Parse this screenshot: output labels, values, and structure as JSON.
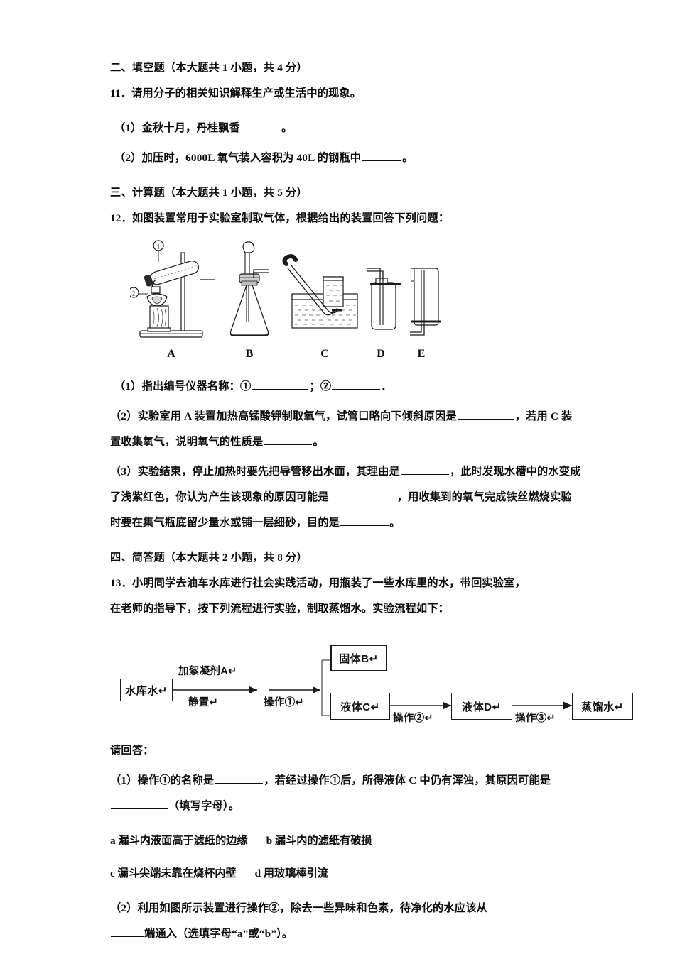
{
  "section_two": {
    "heading": "二、填空题（本大题共 1 小题，共 4 分）",
    "q11": {
      "stem": "11．请用分子的相关知识解释生产或生活中的现象。",
      "sub1_pre": "（1）金秋十月，丹桂飘香",
      "sub1_post": "。",
      "sub2_pre": "（2）加压时，6000L 氧气装入容积为 40L 的钢瓶中",
      "sub2_post": "。"
    }
  },
  "section_three": {
    "heading": "三、计算题（本大题共 1 小题，共 5 分）",
    "q12": {
      "stem": "12．如图装置常用于实验室制取气体，根据给出的装置回答下列问题：",
      "figure": {
        "labels": [
          "A",
          "B",
          "C",
          "D",
          "E"
        ],
        "callouts": [
          "①",
          "②"
        ]
      },
      "sub1_pre": "（1）指出编号仪器名称：①",
      "sub1_mid": "；②",
      "sub1_post": "．",
      "sub2_pre": "（2）实验室用 A 装置加热高锰酸钾制取氧气，试管口略向下倾斜原因是",
      "sub2_mid": "，若用 C 装置收集氧气，说明氧气的性质是",
      "sub2_post": "。",
      "sub3_a": "（3）实验结束，停止加热时要先把导管移出水面，其理由是",
      "sub3_b": "，此时发现水槽中的水变成了浅紫红色，你认为产生该现象的原因可能是",
      "sub3_c": "，用收集到的氧气完成铁丝燃烧实验时要在集气瓶底留少量水或铺一层细砂，目的是",
      "sub3_d": "。"
    }
  },
  "section_four": {
    "heading": "四、简答题（本大题共 2 小题，共 8 分）",
    "q13": {
      "stem_a": "13．小明同学去油车水库进行社会实践活动，用瓶装了一些水库里的水，带回实验室，",
      "stem_b": "在老师的指导下，按下列流程进行实验，制取蒸馏水。实验流程如下：",
      "flow": {
        "box_source": "水库水↵",
        "label_reagent": "加絮凝剂A↵",
        "label_settle": "静置↵",
        "label_op1": "操作①↵",
        "box_solid": "固体B↵",
        "box_liquid_c": "液体C↵",
        "label_op2": "操作②↵",
        "box_liquid_d": "液体D↵",
        "label_op3": "操作③↵",
        "box_distilled": "蒸馏水↵"
      },
      "answer_prompt": "请回答：",
      "sub1_a": "（1）操作①的名称是",
      "sub1_b": "，若经过操作①后，所得液体 C 中仍有浑浊，其原因可能是",
      "sub1_c": "（填写字母）。",
      "options": [
        {
          "key": "a",
          "text": "a 漏斗内液面高于滤纸的边缘"
        },
        {
          "key": "b",
          "text": "b 漏斗内的滤纸有破损"
        },
        {
          "key": "c",
          "text": "c 漏斗尖端未靠在烧杯内壁"
        },
        {
          "key": "d",
          "text": "d 用玻璃棒引流"
        }
      ],
      "sub2_a": "（2）利用如图所示装置进行操作②，除去一些异味和色素，待净化的水应该从",
      "sub2_b": "端通入（选填字母“a”或“b”）。"
    }
  },
  "colors": {
    "ink": "#0a0a0a",
    "line": "#1a1a1a",
    "paper": "#ffffff"
  }
}
